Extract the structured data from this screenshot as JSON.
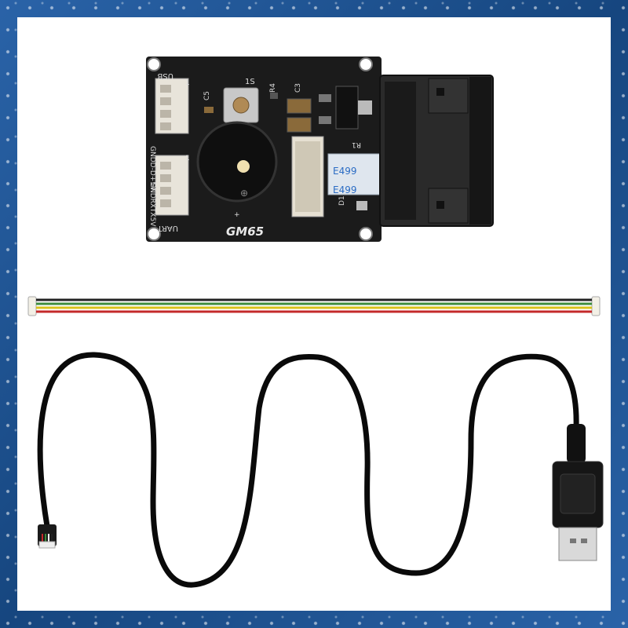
{
  "product": {
    "board_model": "GM65",
    "silkscreen": {
      "usb": "USB",
      "uart": "UART",
      "pin_row_top": "GNDD-D+5V",
      "pin_row_bottom": "GNDRXTX5V",
      "button": "1S",
      "c5": "C5",
      "r4": "R4",
      "c3": "C3",
      "r1": "R1",
      "d1": "D1",
      "pin1_top": "1",
      "pin1_bottom": "1"
    },
    "ribbon_text": "E499"
  },
  "colors": {
    "frame": "#1d4f8f",
    "pcb": "#1b1b1b",
    "cable": "#0a0a0a",
    "wire_colors": [
      "#222222",
      "#3c8c3c",
      "#d8c21a",
      "#c42a2a"
    ],
    "ribbon": "#dfe6ee"
  }
}
